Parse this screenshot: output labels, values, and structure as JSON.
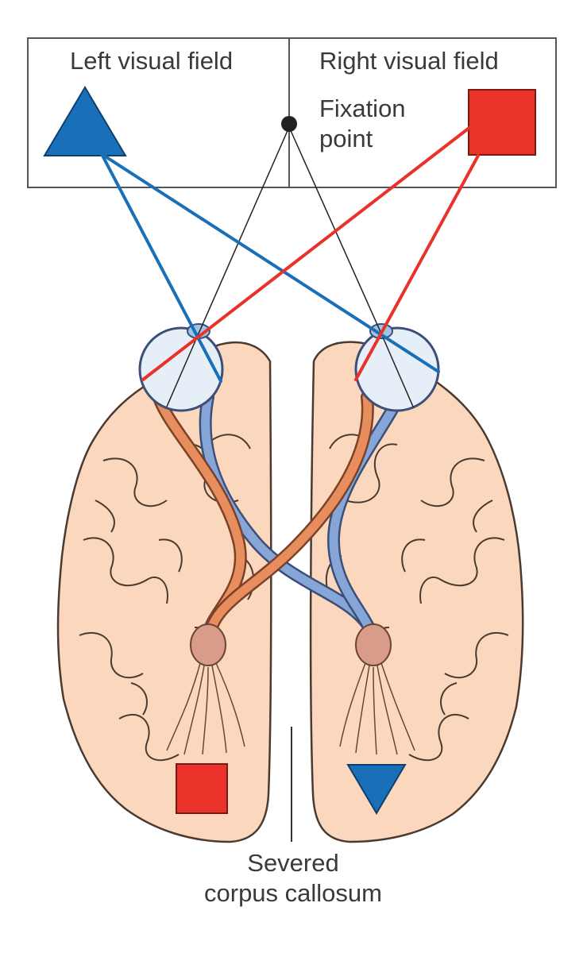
{
  "labels": {
    "left_visual_field": "Left visual field",
    "right_visual_field": "Right visual field",
    "fixation_line1": "Fixation",
    "fixation_line2": "point",
    "severed_line1": "Severed",
    "severed_line2": "corpus callosum"
  },
  "colors": {
    "blue": "#1a70b8",
    "red": "#e8322a",
    "brain_fill": "#fbd8bd",
    "brain_outline": "#4a3a30",
    "eye_fill": "#e6eef8",
    "optic_blue": "#86a6d8",
    "optic_orange": "#e88e5e",
    "lgn": "#d99c88",
    "box_stroke": "#555555"
  },
  "icons": {
    "left_field_shape": "triangle",
    "right_field_shape": "square",
    "left_hemisphere_perceived": "square",
    "right_hemisphere_perceived": "inverted-triangle"
  }
}
